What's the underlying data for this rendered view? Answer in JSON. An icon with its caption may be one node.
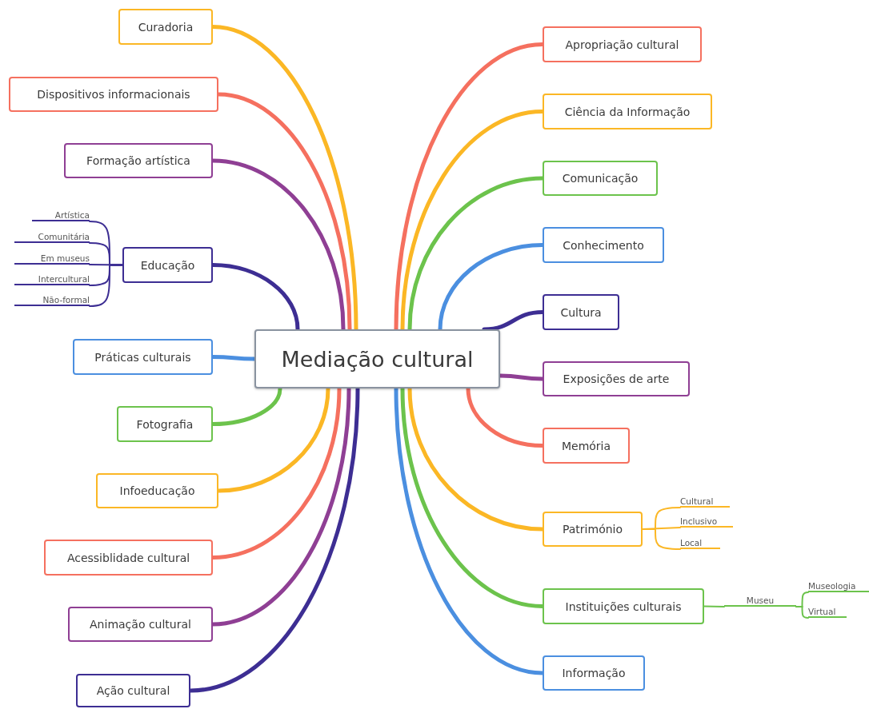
{
  "diagram": {
    "nodes": [
      {
        "text": [
          "Mediação cultural"
        ]
      },
      {
        "text": [
          "Curadoria"
        ]
      },
      {
        "text": [
          "Dispositivos informacionais"
        ]
      },
      {
        "text": [
          "Formação artística"
        ]
      },
      {
        "text": [
          "Educação"
        ]
      },
      {
        "text": [
          "Artística"
        ]
      },
      {
        "text": [
          "Comunitária"
        ]
      },
      {
        "text": [
          "Em museus"
        ]
      },
      {
        "text": [
          "Intercultural"
        ]
      },
      {
        "text": [
          "Não-formal"
        ]
      },
      {
        "text": [
          "Práticas culturais"
        ]
      },
      {
        "text": [
          "Fotografia"
        ]
      },
      {
        "text": [
          "Infoeducação"
        ]
      },
      {
        "text": [
          "Acessiblidade cultural"
        ]
      },
      {
        "text": [
          "Animação cultural"
        ]
      },
      {
        "text": [
          "Ação cultural"
        ]
      },
      {
        "text": [
          "Apropriação cultural"
        ]
      },
      {
        "text": [
          "Ciência da Informação"
        ]
      },
      {
        "text": [
          "Comunicação"
        ]
      },
      {
        "text": [
          "Conhecimento"
        ]
      },
      {
        "text": [
          "Cultura"
        ]
      },
      {
        "text": [
          "Exposições de arte"
        ]
      },
      {
        "text": [
          "Memória"
        ]
      },
      {
        "text": [
          "Património"
        ]
      },
      {
        "text": [
          "Cultural"
        ]
      },
      {
        "text": [
          "Inclusivo"
        ]
      },
      {
        "text": [
          "Local"
        ]
      },
      {
        "text": [
          "Instituições culturais"
        ]
      },
      {
        "text": [
          "Museu"
        ]
      },
      {
        "text": [
          "Museologia"
        ]
      },
      {
        "text": [
          "Virtual"
        ]
      },
      {
        "text": [
          "Informação"
        ]
      }
    ],
    "edges": [
      {
        "from": 0,
        "to": 1,
        "arrow": "none",
        "color": "#fbb725"
      },
      {
        "from": 0,
        "to": 2,
        "arrow": "none",
        "color": "#f5705f"
      },
      {
        "from": 0,
        "to": 3,
        "arrow": "none",
        "color": "#8f3f94"
      },
      {
        "from": 0,
        "to": 4,
        "arrow": "none",
        "color": "#3d2e93"
      },
      {
        "from": 4,
        "to": 5,
        "arrow": "none",
        "color": "#3d2e93"
      },
      {
        "from": 4,
        "to": 6,
        "arrow": "none",
        "color": "#3d2e93"
      },
      {
        "from": 4,
        "to": 7,
        "arrow": "none",
        "color": "#3d2e93"
      },
      {
        "from": 4,
        "to": 8,
        "arrow": "none",
        "color": "#3d2e93"
      },
      {
        "from": 4,
        "to": 9,
        "arrow": "none",
        "color": "#3d2e93"
      },
      {
        "from": 0,
        "to": 10,
        "arrow": "none",
        "color": "#4b8fe0"
      },
      {
        "from": 0,
        "to": 11,
        "arrow": "none",
        "color": "#6cc34c"
      },
      {
        "from": 0,
        "to": 12,
        "arrow": "none",
        "color": "#fbb725"
      },
      {
        "from": 0,
        "to": 13,
        "arrow": "none",
        "color": "#f5705f"
      },
      {
        "from": 0,
        "to": 14,
        "arrow": "none",
        "color": "#8f3f94"
      },
      {
        "from": 0,
        "to": 15,
        "arrow": "none",
        "color": "#3d2e93"
      },
      {
        "from": 0,
        "to": 16,
        "arrow": "none",
        "color": "#f5705f"
      },
      {
        "from": 0,
        "to": 17,
        "arrow": "none",
        "color": "#fbb725"
      },
      {
        "from": 0,
        "to": 18,
        "arrow": "none",
        "color": "#6cc34c"
      },
      {
        "from": 0,
        "to": 19,
        "arrow": "none",
        "color": "#4b8fe0"
      },
      {
        "from": 0,
        "to": 20,
        "arrow": "none",
        "color": "#3d2e93"
      },
      {
        "from": 0,
        "to": 21,
        "arrow": "none",
        "color": "#8f3f94"
      },
      {
        "from": 0,
        "to": 22,
        "arrow": "none",
        "color": "#f5705f"
      },
      {
        "from": 0,
        "to": 23,
        "arrow": "none",
        "color": "#fbb725"
      },
      {
        "from": 23,
        "to": 24,
        "arrow": "none",
        "color": "#fbb725"
      },
      {
        "from": 23,
        "to": 25,
        "arrow": "none",
        "color": "#fbb725"
      },
      {
        "from": 23,
        "to": 26,
        "arrow": "none",
        "color": "#fbb725"
      },
      {
        "from": 0,
        "to": 27,
        "arrow": "none",
        "color": "#6cc34c"
      },
      {
        "from": 27,
        "to": 28,
        "arrow": "none",
        "color": "#6cc34c"
      },
      {
        "from": 28,
        "to": 29,
        "arrow": "none",
        "color": "#6cc34c"
      },
      {
        "from": 28,
        "to": 30,
        "arrow": "none",
        "color": "#6cc34c"
      },
      {
        "from": 0,
        "to": 31,
        "arrow": "none",
        "color": "#4b8fe0"
      }
    ]
  }
}
